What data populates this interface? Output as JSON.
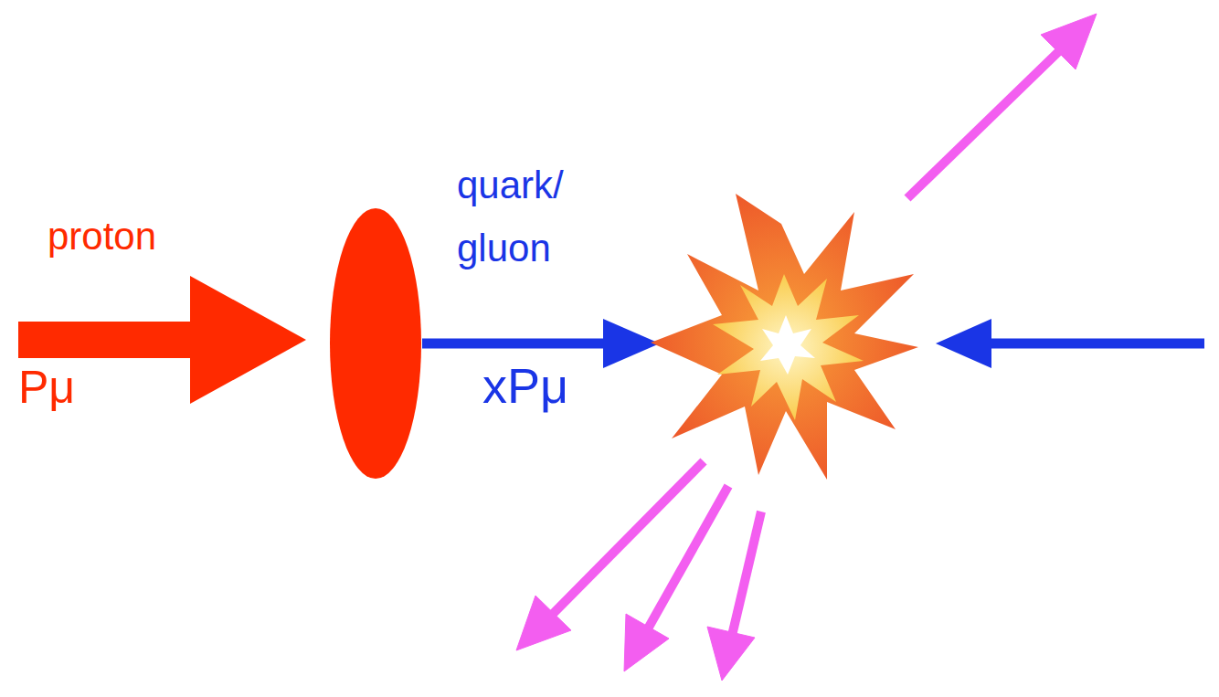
{
  "diagram": {
    "labels": [
      "proton",
      "Pμ",
      "quark/ gluon",
      "xPμ"
    ]
  }
}
